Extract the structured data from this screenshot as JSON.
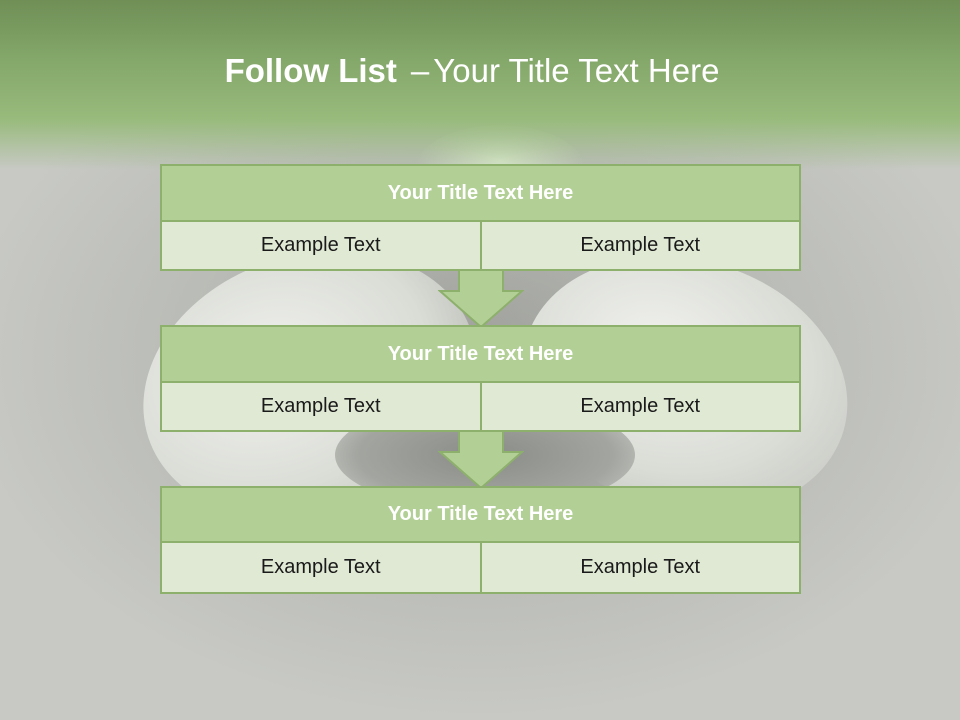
{
  "slide": {
    "title_bold": "Follow List",
    "title_dash": "–",
    "title_rest": "Your Title Text Here",
    "blocks": [
      {
        "title": "Your Title Text Here",
        "left": "Example Text",
        "right": "Example Text"
      },
      {
        "title": "Your Title Text Here",
        "left": "Example Text",
        "right": "Example Text"
      },
      {
        "title": "Your Title Text Here",
        "left": "Example Text",
        "right": "Example Text"
      }
    ]
  },
  "colors": {
    "header_green": "#84a76a",
    "block_header_fill": "#b2cf95",
    "block_cell_fill": "#dfe9d3",
    "border_green": "#8db06c",
    "background_gray": "#c8c9c5"
  }
}
